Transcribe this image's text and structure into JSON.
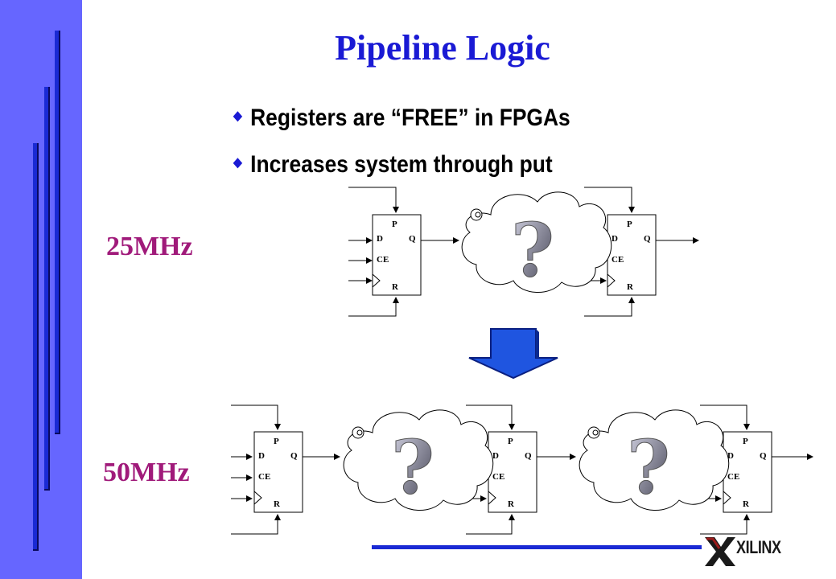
{
  "slide": {
    "title": "Pipeline Logic",
    "bullets": [
      "Registers are “FREE” in FPGAs",
      "Increases system through put"
    ],
    "freq_top": "25MHz",
    "freq_bottom": "50MHz"
  },
  "flipflop": {
    "p": "P",
    "d": "D",
    "q": "Q",
    "ce": "CE",
    "r": "R"
  },
  "cloud_mark": "?",
  "logo": {
    "text": "XILINX"
  },
  "colors": {
    "sidebar": "#6666ff",
    "title": "#1a1ad4",
    "frequency": "#a01a7a",
    "arrow": "#1f55e0",
    "footer_line": "#1a2ad4"
  }
}
